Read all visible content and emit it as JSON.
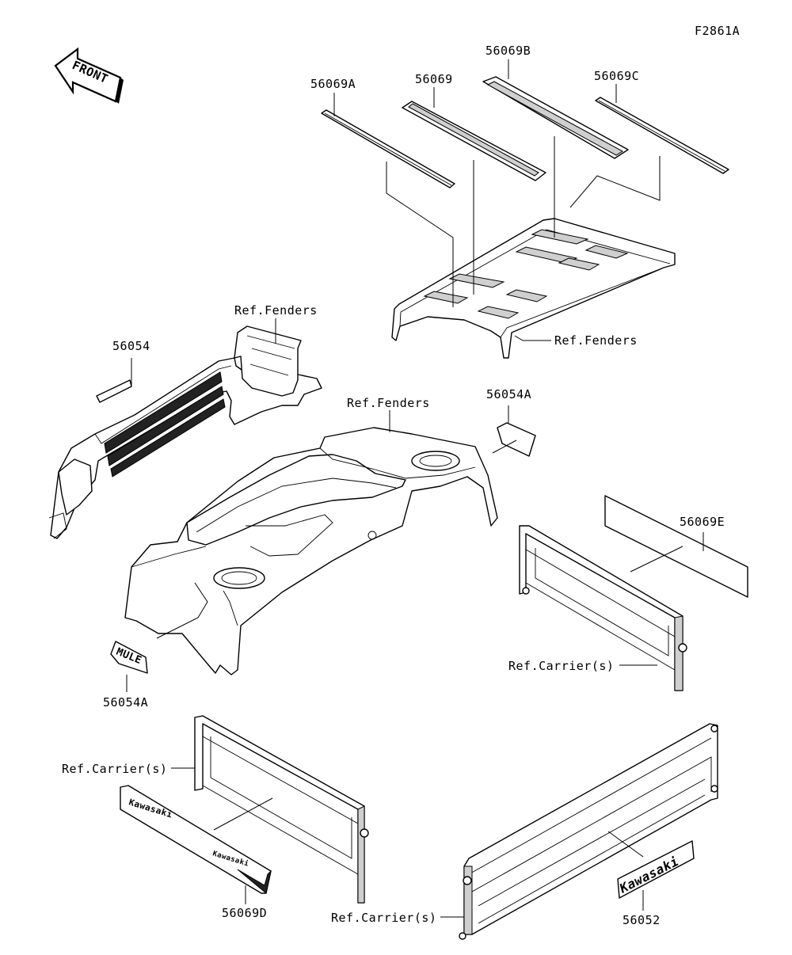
{
  "figure_code": "F2861A",
  "front_marker": "FRONT",
  "labels": {
    "p56069A": "56069A",
    "p56069": "56069",
    "p56069B": "56069B",
    "p56069C": "56069C",
    "ref_fenders_roof": "Ref.Fenders",
    "ref_fenders_grille": "Ref.Fenders",
    "ref_fenders_rear": "Ref.Fenders",
    "p56054": "56054",
    "p56054A_top": "56054A",
    "p56054A_bottom": "56054A",
    "p56069E": "56069E",
    "ref_carrier_right": "Ref.Carrier(s)",
    "ref_carrier_left": "Ref.Carrier(s)",
    "ref_carrier_tailgate": "Ref.Carrier(s)",
    "p56069D": "56069D",
    "p56052": "56052"
  },
  "decal_text": {
    "mule_logo": "MULE",
    "brand_left": "Kawasaki",
    "brand_tailgate": "Kawasaki"
  },
  "colors": {
    "line": "#000000",
    "background": "#ffffff",
    "shade": "#cfcfcf"
  }
}
